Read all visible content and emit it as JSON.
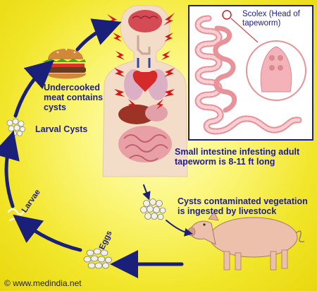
{
  "labels": {
    "scolex_line1": "Scolex (Head of",
    "scolex_line2": "tapeworm)",
    "meat_line1": "Undercooked",
    "meat_line2": "meat contains",
    "meat_line3": "cysts",
    "larval_cysts": "Larval  Cysts",
    "intestine_line1": "Small intestine infesting adult",
    "intestine_line2": "tapeworm is 8-11 ft long",
    "veg_line1": "Cysts contaminated vegetation",
    "veg_line2": "is ingested by livestock",
    "larvae": "Larvae",
    "eggs": "Eggs"
  },
  "footer": {
    "copyright": "©",
    "site": "www.medindia.net"
  },
  "colors": {
    "arrow": "#1a1f7a",
    "label_text": "#1d1d8c",
    "background": "#f2e62a",
    "worm": "#f4b3b8"
  }
}
